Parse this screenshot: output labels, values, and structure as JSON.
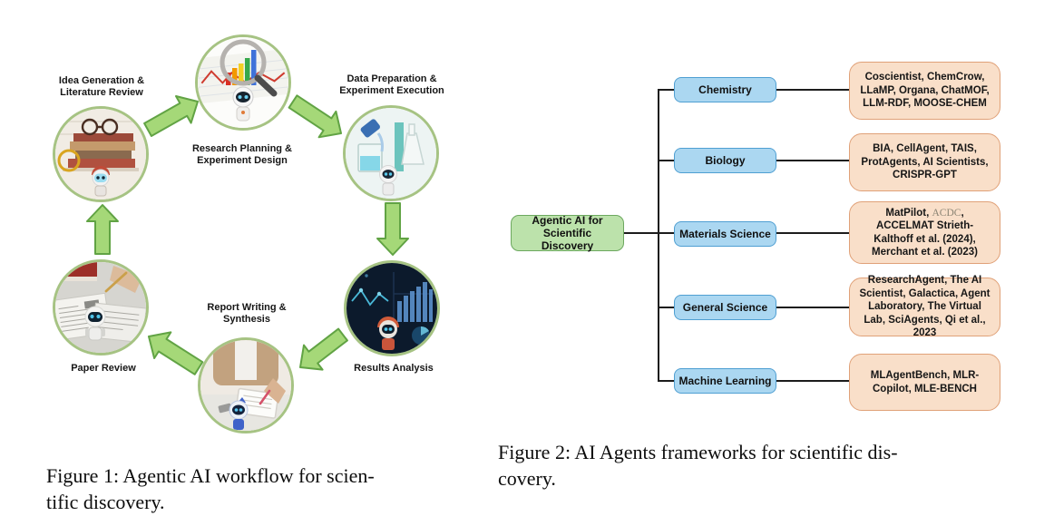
{
  "colors": {
    "line": "#1c1c1c",
    "blue-fill": "#abd7f1",
    "blue-border": "#4f9fd2",
    "green-fill": "#bce2ab",
    "green-border": "#6ca85f",
    "orange-fill": "#f9dfc9",
    "orange-border": "#e0a178",
    "arrow-fill": "#a5d878",
    "arrow-border": "#61a344",
    "circle-border": "#a6c383",
    "acdc": "#8b8474"
  },
  "figure1": {
    "caption_line1": "Figure 1: Agentic AI workflow for scien-",
    "caption_line2": "tific discovery.",
    "steps": [
      {
        "label": "Idea Generation & Literature Review"
      },
      {
        "label": "Research Planning & Experiment Design"
      },
      {
        "label": "Data Preparation & Experiment Execution"
      },
      {
        "label": "Results Analysis"
      },
      {
        "label": "Report Writing & Synthesis"
      },
      {
        "label": "Paper Review"
      }
    ]
  },
  "figure2": {
    "root_label": "Agentic AI for Scientific Discovery",
    "caption_line1": "Figure 2: AI Agents frameworks for scientific dis-",
    "caption_line2": "covery.",
    "categories": [
      {
        "label": "Chemistry",
        "frameworks": "Coscientist, ChemCrow, LLaMP, Organa, ChatMOF, LLM-RDF, MOOSE-CHEM"
      },
      {
        "label": "Biology",
        "frameworks": "BIA, CellAgent, TAIS, ProtAgents, AI Scientists, CRISPR-GPT"
      },
      {
        "label": "Materials Science",
        "frameworks_pre": "MatPilot, ",
        "frameworks_acdc": "ACDC",
        "frameworks_post": ", ACCELMAT Strieth-Kalthoff et al. (2024), Merchant et al. (2023)"
      },
      {
        "label": "General Science",
        "frameworks": "ResearchAgent, The AI Scientist, Galactica, Agent Laboratory, The Virtual Lab, SciAgents, Qi et al., 2023"
      },
      {
        "label": "Machine Learning",
        "frameworks": "MLAgentBench, MLR-Copilot, MLE-BENCH"
      }
    ]
  }
}
